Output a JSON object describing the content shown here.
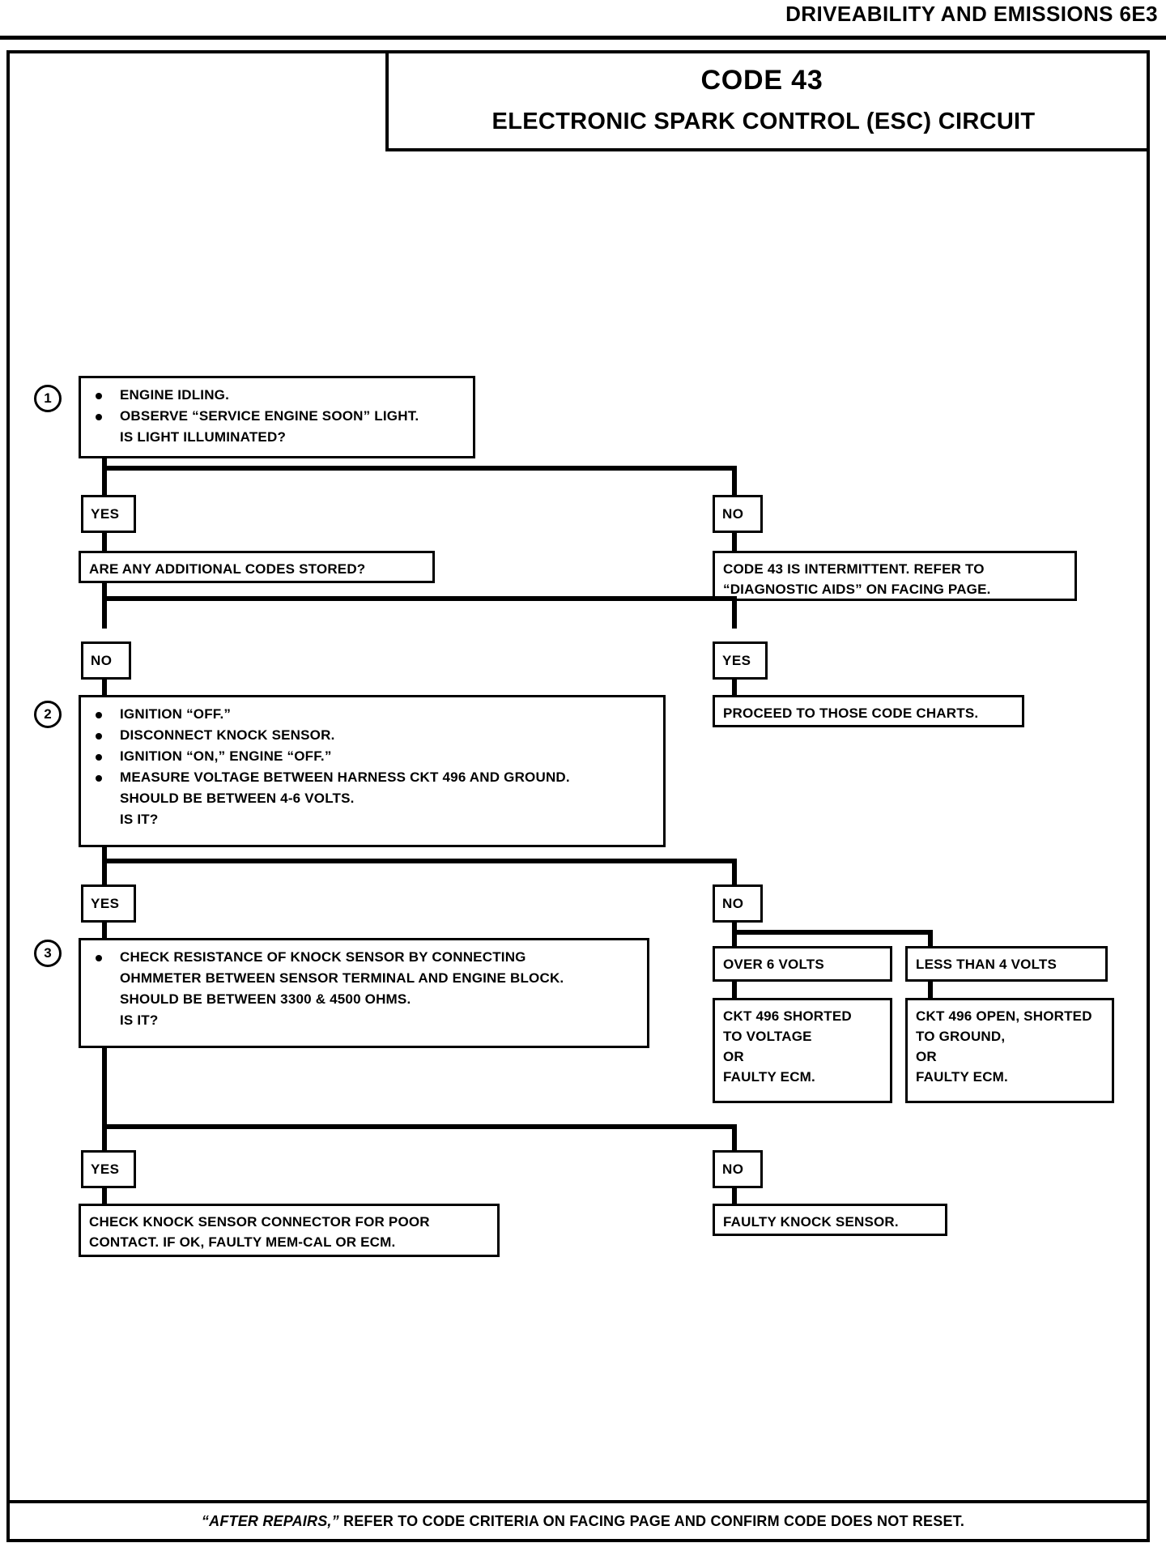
{
  "header": {
    "title": "DRIVEABILITY AND EMISSIONS  6E3"
  },
  "title_block": {
    "code": "CODE 43",
    "subtitle": "ELECTRONIC SPARK CONTROL (ESC) CIRCUIT"
  },
  "steps": {
    "one": "1",
    "two": "2",
    "three": "3"
  },
  "step1": {
    "line1": "ENGINE IDLING.",
    "line2": "OBSERVE “SERVICE ENGINE SOON” LIGHT.\nIS LIGHT ILLUMINATED?"
  },
  "step2": {
    "line1": "IGNITION “OFF.”",
    "line2": "DISCONNECT KNOCK SENSOR.",
    "line3": "IGNITION “ON,”  ENGINE “OFF.”",
    "line4": "MEASURE VOLTAGE BETWEEN HARNESS CKT 496 AND GROUND.\nSHOULD BE BETWEEN 4-6 VOLTS.\nIS IT?"
  },
  "step3": {
    "line1": "CHECK RESISTANCE OF KNOCK SENSOR BY CONNECTING\nOHMMETER BETWEEN SENSOR TERMINAL AND ENGINE BLOCK.\nSHOULD BE BETWEEN 3300 & 4500 OHMS.\nIS IT?"
  },
  "tags": {
    "yes1": "YES",
    "no1": "NO",
    "no2": "NO",
    "yes2": "YES",
    "yes3": "YES",
    "no3": "NO",
    "yes4": "YES",
    "no4": "NO"
  },
  "boxes": {
    "additional_codes": "ARE ANY ADDITIONAL CODES STORED?",
    "intermittent": "CODE 43 IS INTERMITTENT.  REFER TO\n“DIAGNOSTIC AIDS” ON FACING PAGE.",
    "proceed_charts": "PROCEED TO THOSE CODE CHARTS.",
    "over_6_volts": "OVER 6 VOLTS",
    "less_than_4_volts": "LESS THAN 4 VOLTS",
    "ckt_shorted_voltage": "CKT 496 SHORTED\nTO VOLTAGE\nOR\nFAULTY ECM.",
    "ckt_open_shorted_ground": "CKT 496 OPEN, SHORTED\nTO GROUND,\nOR\nFAULTY ECM.",
    "check_connector": "CHECK KNOCK SENSOR CONNECTOR FOR POOR\nCONTACT.  IF OK, FAULTY MEM-CAL OR ECM.",
    "faulty_knock_sensor": "FAULTY KNOCK SENSOR."
  },
  "footer": {
    "emphasis": "“AFTER REPAIRS,”",
    "rest": " REFER TO CODE CRITERIA ON FACING PAGE AND CONFIRM CODE DOES NOT RESET."
  }
}
